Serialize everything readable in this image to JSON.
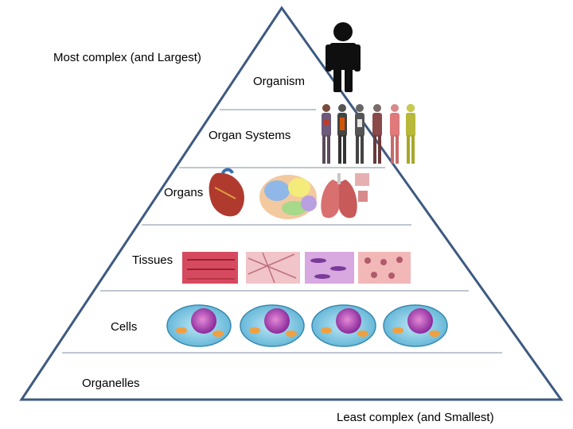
{
  "diagram": {
    "top_caption": "Most complex (and Largest)",
    "bottom_caption": "Least complex (and Smallest)",
    "levels": [
      {
        "label": "Organism",
        "illustration": "human-silhouette-icon"
      },
      {
        "label": "Organ Systems",
        "illustration": "organ-systems-figures"
      },
      {
        "label": "Organs",
        "illustration": "organs-heart-brain-lungs"
      },
      {
        "label": "Tissues",
        "illustration": "tissue-samples"
      },
      {
        "label": "Cells",
        "illustration": "cell-diagrams"
      },
      {
        "label": "Organelles",
        "illustration": ""
      }
    ]
  },
  "colors": {
    "outline": "#3d5a80",
    "divider": "#7f8fa6",
    "silhouette": "#0f0f0f"
  }
}
